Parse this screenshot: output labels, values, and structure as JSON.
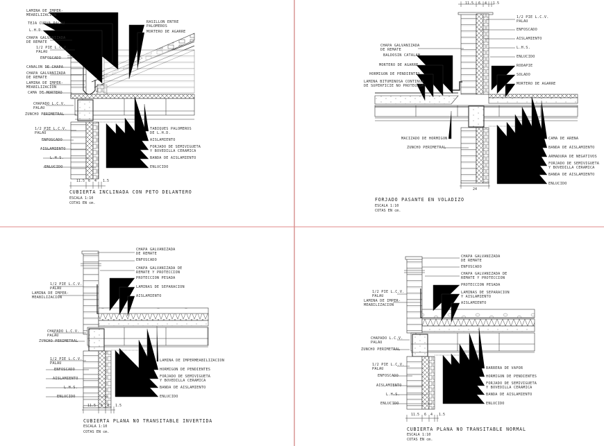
{
  "divider_color": "#c0504d",
  "line_color": "#333333",
  "panels": {
    "top_left": {
      "title": "CUBIERTA INCLINADA CON PETO DELANTERO",
      "scale": "ESCALA 1:10",
      "units": "COTAS EN cm.",
      "dims": [
        "11.5",
        "6",
        "4",
        "1.5"
      ],
      "left_labels": [
        "LAMINA DE IMPER-\nMEABILIZACION",
        "TEJA CURVA PALAU",
        "L.H.D.",
        "CHAPA GALVANIZADA\nDE REMATE",
        "1/2 PIE L.C.V.\nPALAU",
        "ENFOSCADO",
        "CANALON DE CHAPA",
        "CHAPA GALVANIZADA\nDE REMATE",
        "LAMINA DE IMPER-\nMEABILIZACION",
        "CAMA DE MORTERO",
        "CHAPADO L.C.V.\nPALAU",
        "ZUNCHO PERIMETRAL",
        "1/2 PIE L.C.V.\nPALAU",
        "ENFOSCADO",
        "AISLAMIENTO",
        "L.H.S.",
        "ENLUCIDO"
      ],
      "top_labels": [
        "RASILLON ENTRE\nPALOMEROS",
        "MORTERO DE AGARRE"
      ],
      "right_labels": [
        "TABIQUES PALOMEROS\nDE L.H.D.",
        "AISLAMIENTO",
        "FORJADO DE SEMIVIGUETA\nY BOVEDILLA CERAMICA",
        "BANDA DE AISLAMIENTO",
        "ENLUCIDO"
      ]
    },
    "top_right": {
      "title": "FORJADO PASANTE EN VOLADIZO",
      "scale": "ESCALA 1:10",
      "units": "COTAS EN cm.",
      "dims": [
        "11.5",
        "6",
        "4",
        "1.5"
      ],
      "bottom_dim": "24",
      "left_labels": [
        "CHAPA GALVANIZADA\nDE REMATE",
        "BALDOSIN CATALAN",
        "MORTERO DE AGARRE",
        "HORMIGON DE PENDIENTES",
        "LAMINA BITUMINOSA CONTINUA\nDE SUPERFICIE NO PROTEGIDA",
        "MACIZADO DE HORMIGON",
        "ZUNCHO PERIMETRAL"
      ],
      "right_labels": [
        "1/2 PIE L.C.V.\nPALAU",
        "ENFOSCADO",
        "AISLAMIENTO",
        "L.H.S.",
        "ENLUCIDO",
        "RODAPIE",
        "SOLADO",
        "MORTERO DE AGARRE",
        "CAMA DE ARENA",
        "BANDA DE AISLAMIENTO",
        "ARMADURA DE NEGATIVOS",
        "FORJADO DE SEMIVIGUETA\nY BOVEDILLA CERAMICA",
        "BANDA DE AISLAMIENTO",
        "ENLUCIDO"
      ]
    },
    "bottom_left": {
      "title": "CUBIERTA PLANA NO TRANSITABLE INVERTIDA",
      "scale": "ESCALA 1:10",
      "units": "COTAS EN cm.",
      "dims": [
        "11.5",
        "6",
        "4",
        "1.5"
      ],
      "left_labels": [
        "1/2 PIE L.C.V.\nPALAU",
        "LAMINA DE IMPER-\nMEABILIZACION",
        "CHAPADO L.C.V.\nPALAU",
        "ZUNCHO PERIMETRAL",
        "1/2 PIE L.C.V.\nPALAU",
        "ENFOSCADO",
        "AISLAMIENTO",
        "L.H.S.",
        "ENLUCIDO"
      ],
      "right_labels": [
        "CHAPA GALVANIZADA\nDE REMATE",
        "ENFOSCADO",
        "CHAPA GALVANIZADA DE\nREMATE Y PROTECCION",
        "PROTECCION PESADA",
        "LAMINAS DE SEPARACION",
        "AISLAMIENTO",
        "LAMINA DE IMPERMEABILIZACION",
        "HORMIGON DE PENDIENTES",
        "FORJADO DE SEMIVIGUETA\nY BOVEDILLA CERAMICA",
        "BANDA DE AISLAMIENTO",
        "ENLUCIDO"
      ]
    },
    "bottom_right": {
      "title": "CUBIERTA PLANA NO TRANSITABLE NORMAL",
      "scale": "ESCALA 1:10",
      "units": "COTAS EN cm.",
      "dims": [
        "11.5",
        "6",
        "4",
        "1.5"
      ],
      "left_labels": [
        "1/2 PIE L.C.V.\nPALAU",
        "LAMINA DE IMPER-\nMEABILIZACION",
        "CHAPADO L.C.V.\nPALAU",
        "ZUNCHO PERIMETRAL",
        "1/2 PIE L.C.V.\nPALAU",
        "ENFOSCADO",
        "AISLAMIENTO",
        "L.H.S.",
        "ENLUCIDO"
      ],
      "right_labels": [
        "CHAPA GALVANIZADA\nDE REMATE",
        "ENFOSCADO",
        "CHAPA GALVANIZADA DE\nREMATE Y PROTECCION",
        "PROTECCION PESADA",
        "LAMINAS DE SEPARACION\nY AISLAMIENTO",
        "AISLAMIENTO",
        "BARRERA DE VAPOR",
        "HORMIGON DE PENDIENTES",
        "FORJADO DE SEMIVIGUETA\nY BOVEDILLA CERAMICA",
        "BANDA DE AISLAMIENTO",
        "ENLUCIDO"
      ]
    }
  }
}
